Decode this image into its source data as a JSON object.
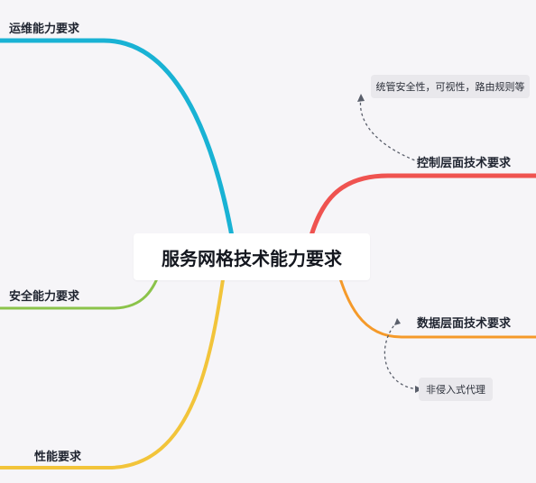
{
  "center": {
    "title": "服务网格技术能力要求"
  },
  "branches": {
    "ops": {
      "label": "运维能力要求",
      "color": "#19b2d4"
    },
    "security": {
      "label": "安全能力要求",
      "color": "#8bc34a"
    },
    "performance": {
      "label": "性能要求",
      "color": "#f2c43a"
    },
    "control_plane": {
      "label": "控制层面技术要求",
      "color": "#ef5350"
    },
    "data_plane": {
      "label": "数据层面技术要求",
      "color": "#f59a2a"
    }
  },
  "notes": {
    "control_plane": "统管安全性，可视性，路由规则等",
    "data_plane": "非侵入式代理"
  }
}
